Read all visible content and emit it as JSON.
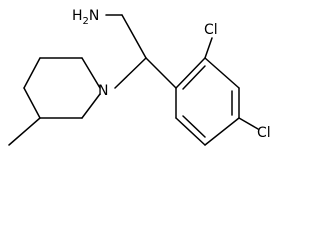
{
  "molecule": {
    "labels": {
      "amine_n": "H",
      "amine_sub": "2",
      "amine_tail": "N",
      "piperidine_n": "N",
      "cl_top": "Cl",
      "cl_para": "Cl"
    }
  }
}
